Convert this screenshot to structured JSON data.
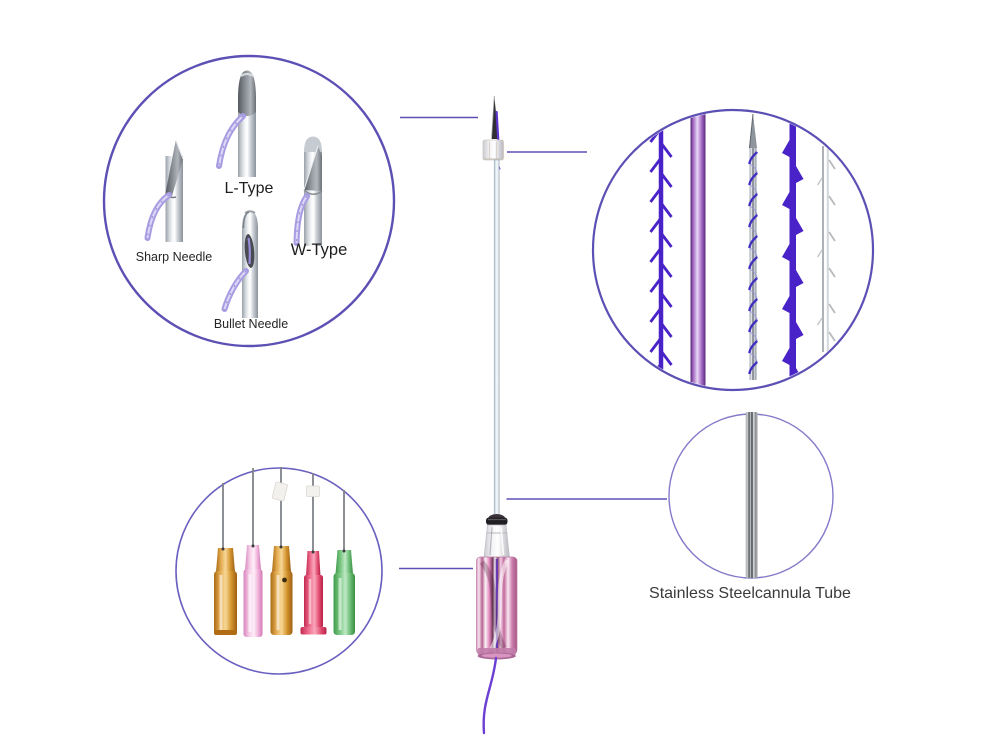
{
  "page": {
    "background": "#ffffff",
    "type": "product-annotation-diagram"
  },
  "accent": {
    "circle_border": "#5c50b5",
    "connector_line": "#5c50b5"
  },
  "callouts": {
    "needle_tips": {
      "l_type_label": "L-Type",
      "w_type_label": "W-Type",
      "sharp_needle_label": "Sharp Needle",
      "bullet_needle_label": "Bullet Needle"
    },
    "thread_types": {
      "icons": [
        "barbed-cog-thread-icon",
        "mono-smooth-tube-icon",
        "screw-spiral-needle-icon",
        "notched-cog-thread-icon",
        "clear-barbed-thread-icon"
      ],
      "thread_color": "#4a23c8"
    },
    "cannula": {
      "label": "Stainless Steelcannula Tube"
    },
    "needle_hubs": {
      "hub_colors": [
        "#d99c42",
        "#f0b8dc",
        "#d99c42",
        "#e85878",
        "#70c078"
      ]
    }
  },
  "product": {
    "thread_color": "#6c3fd4",
    "handle_color": "#e4aed4"
  }
}
